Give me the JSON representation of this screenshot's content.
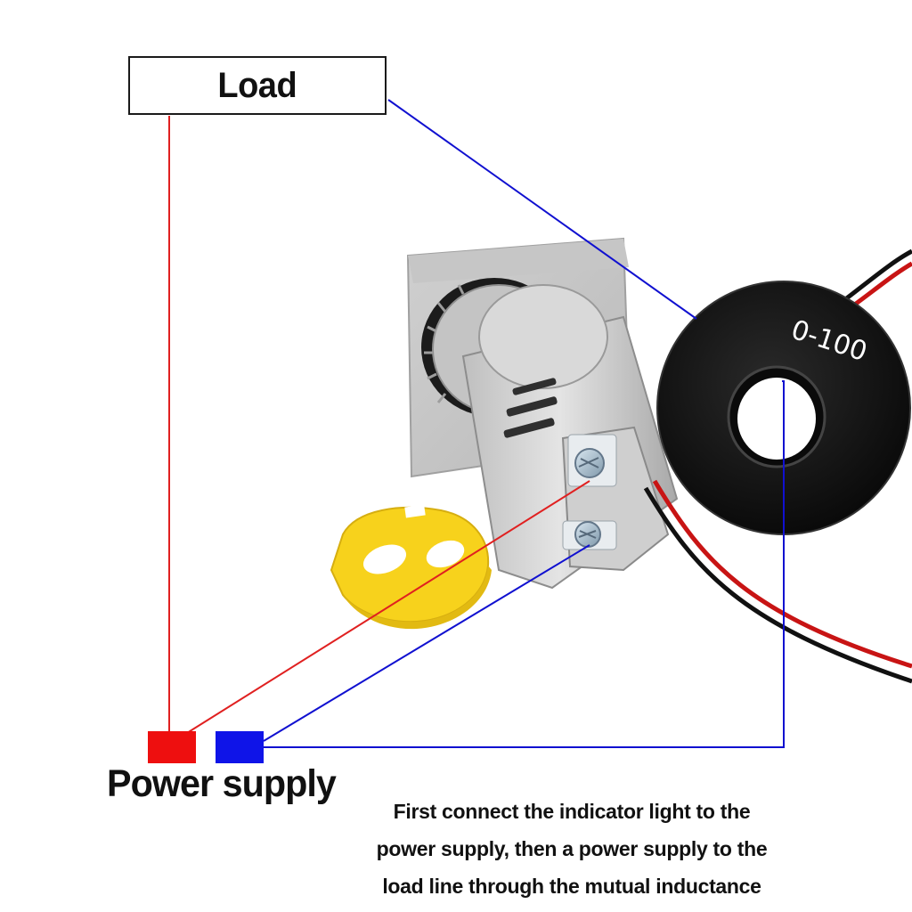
{
  "labels": {
    "load": "Load",
    "power_supply": "Power supply",
    "ct_range": "0-100",
    "note_lines": [
      "First connect the indicator light to the",
      "power supply, then a power supply to the",
      "load line through the mutual inductance"
    ]
  },
  "colors": {
    "live_wire": "#e02020",
    "neutral_wire": "#1010d0",
    "terminal_live": "#ee0f0f",
    "terminal_neutral": "#0f14e8"
  },
  "icons": {
    "indicator": "indicator-light-icon",
    "ct": "current-transformer-icon",
    "key": "mounting-wrench-icon"
  }
}
